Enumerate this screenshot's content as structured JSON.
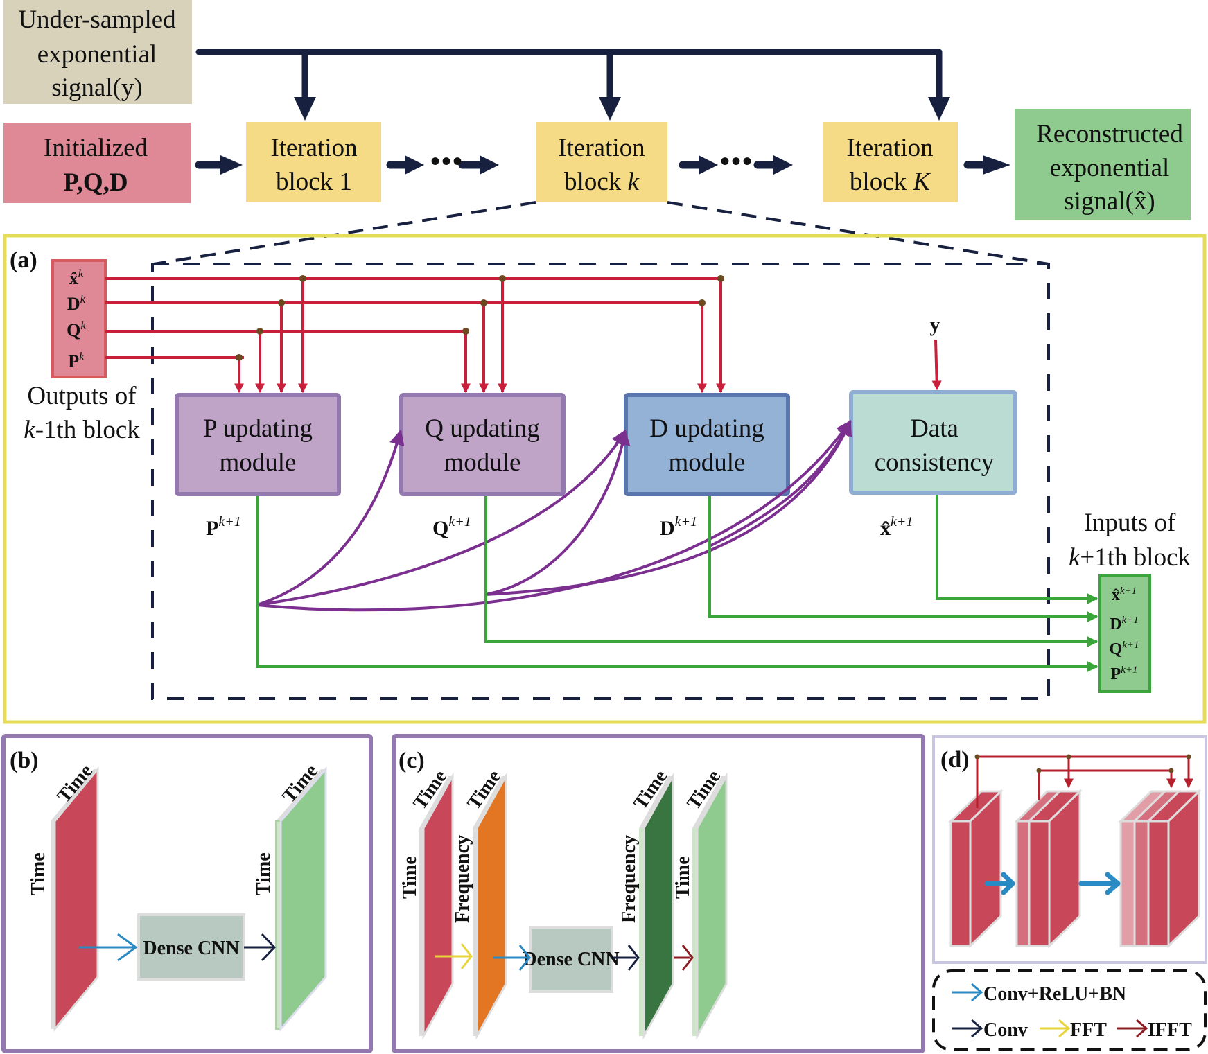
{
  "top": {
    "input_signal": [
      "Under-sampled",
      "exponential",
      "signal(y)"
    ],
    "initialized": [
      "Initialized",
      "P,Q,D"
    ],
    "block1": [
      "Iteration",
      "block 1"
    ],
    "blockk": [
      "Iteration",
      "block ",
      "k"
    ],
    "blockK": [
      "Iteration",
      "block ",
      "K"
    ],
    "ellipsis": "•••",
    "output_signal": [
      "Reconstructed",
      "exponential",
      "signal(x̂)"
    ]
  },
  "panel_a": {
    "label": "(a)",
    "inputs": {
      "items": [
        "x̂",
        "D",
        "Q",
        "P"
      ],
      "sup": "k"
    },
    "outputs_caption": [
      "Outputs of",
      "-1th block"
    ],
    "outputs_caption_k": "k",
    "modules": {
      "p": [
        "P updating",
        "module"
      ],
      "q": [
        "Q updating",
        "module"
      ],
      "d": [
        "D updating",
        "module"
      ],
      "dc": [
        "Data",
        "consistency"
      ]
    },
    "y_label": "y",
    "out_labels": {
      "p": "P",
      "q": "Q",
      "d": "D",
      "x": "x̂",
      "sup": "k+1"
    },
    "next_caption": [
      "Inputs of",
      "+1th block"
    ],
    "next_caption_k": "k",
    "next_inputs": {
      "items": [
        "x̂",
        "D",
        "Q",
        "P"
      ],
      "sup": "k+1"
    }
  },
  "panel_b": {
    "label": "(b)",
    "axis": "Time",
    "cnn": "Dense CNN"
  },
  "panel_c": {
    "label": "(c)",
    "time": "Time",
    "freq": "Frequency",
    "cnn": "Dense CNN"
  },
  "panel_d": {
    "label": "(d)"
  },
  "legend": {
    "conv_relu_bn": "Conv+ReLU+BN",
    "conv": "Conv",
    "fft": "FFT",
    "ifft": "IFFT"
  },
  "colors": {
    "navy": "#17213f",
    "red_line": "#c8203a",
    "green_line": "#3aa53a",
    "purple_line": "#7b2f8f",
    "blue_arrow": "#2a8ac4",
    "yellow_arrow": "#e8d43a",
    "darkred_arrow": "#8a1c22"
  }
}
